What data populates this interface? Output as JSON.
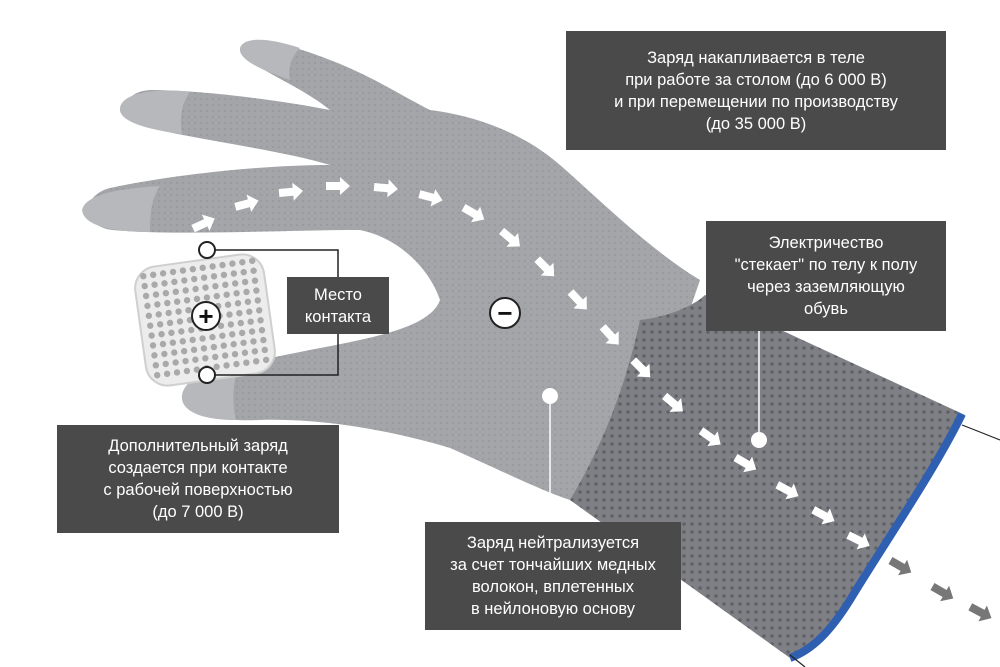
{
  "callouts": {
    "charge_accumulation": {
      "lines": [
        "Заряд накапливается в теле",
        "при работе за столом (до 6 000 В)",
        "и при перемещении по производству",
        "(до 35 000 В)"
      ]
    },
    "discharge_path": {
      "lines": [
        "Электричество",
        "\"стекает\" по телу к полу",
        "через заземляющую",
        "обувь"
      ]
    },
    "contact_point": {
      "lines": [
        "Место",
        "контакта"
      ]
    },
    "additional_charge": {
      "lines": [
        "Дополнительный заряд",
        "создается при контакте",
        "с рабочей поверхностью",
        "(до 7 000 В)"
      ]
    },
    "neutralization": {
      "lines": [
        "Заряд нейтрализуется",
        "за счет тончайших медных",
        "волокон, вплетенных",
        "в нейлоновую основу"
      ]
    }
  },
  "symbols": {
    "plus": "+",
    "minus": "−"
  },
  "colors": {
    "callout_bg": "#4a4a4a",
    "glove": "#a3a5a9",
    "cuff": "#7d7f84",
    "cuff_trim": "#2f5fb0",
    "arrow": "#ffffff",
    "arrow_outside": "#777777"
  }
}
